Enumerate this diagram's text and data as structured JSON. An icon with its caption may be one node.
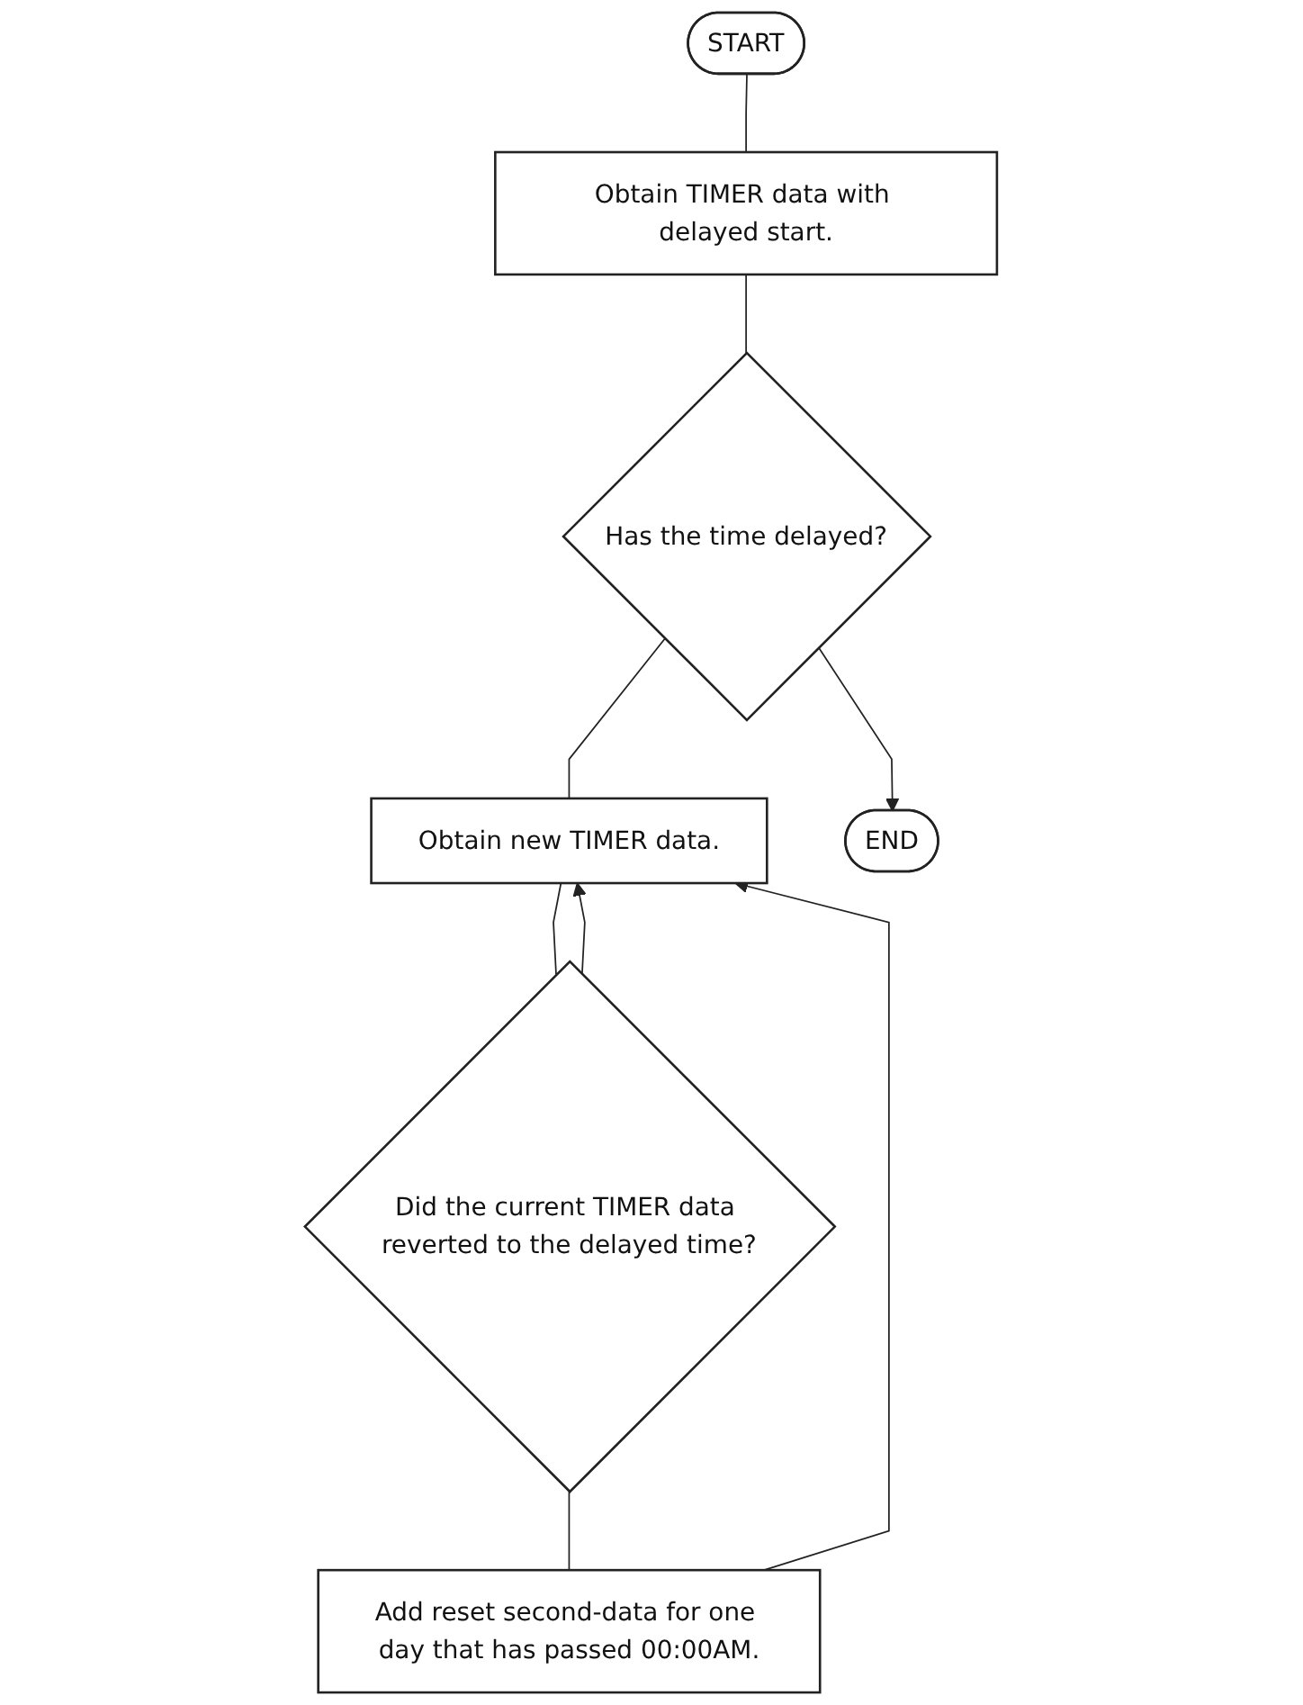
{
  "diagram": {
    "nodes": [
      {
        "text": [
          "START"
        ]
      },
      {
        "text": [
          "Obtain TIMER data with delayed start."
        ]
      },
      {
        "text": [
          "Has the time delayed?"
        ]
      },
      {
        "text": [
          "Obtain new TIMER data."
        ]
      },
      {
        "text": [
          "Did the current TIMER data reverted to the delayed time?"
        ]
      },
      {
        "text": [
          "Add reset second-data for one day that has passed 00:00AM."
        ]
      },
      {
        "text": [
          "END"
        ]
      }
    ],
    "edges": [
      {
        "from": 0,
        "to": 1,
        "arrow": "none"
      },
      {
        "from": 1,
        "to": 2,
        "arrow": "none"
      },
      {
        "from": 2,
        "to": 3,
        "arrow": "none"
      },
      {
        "from": 2,
        "to": 6,
        "arrow": "to"
      },
      {
        "from": 3,
        "to": 4,
        "arrow": "none"
      },
      {
        "from": 4,
        "to": 3,
        "arrow": "to"
      },
      {
        "from": 4,
        "to": 5,
        "arrow": "none"
      },
      {
        "from": 5,
        "to": 3,
        "arrow": "to"
      }
    ]
  }
}
